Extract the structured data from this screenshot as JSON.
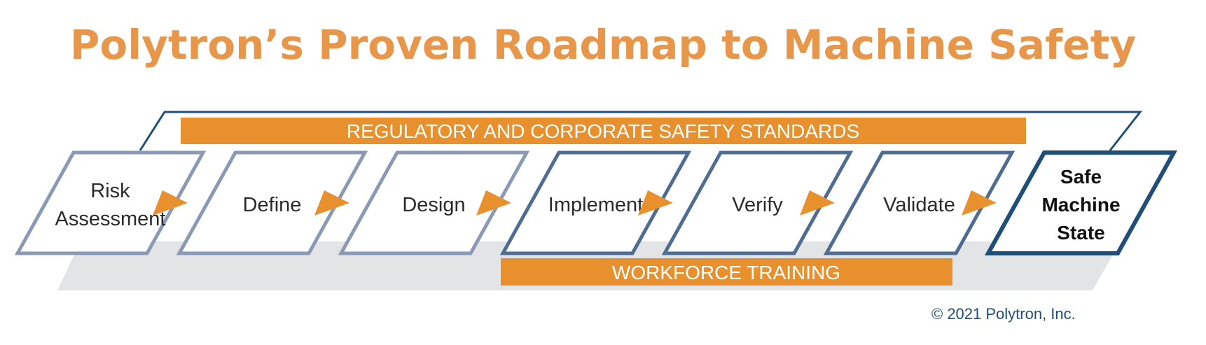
{
  "title": "Polytron’s Proven Roadmap to Machine Safety",
  "top_band": "REGULATORY AND CORPORATE SAFETY STANDARDS",
  "bottom_band": "WORKFORCE TRAINING",
  "steps": [
    {
      "lines": [
        "Risk",
        "Assessment"
      ]
    },
    {
      "lines": [
        "Define"
      ]
    },
    {
      "lines": [
        "Design"
      ]
    },
    {
      "lines": [
        "Implement"
      ]
    },
    {
      "lines": [
        "Verify"
      ]
    },
    {
      "lines": [
        "Validate"
      ]
    },
    {
      "lines": [
        "Safe",
        "Machine",
        "State"
      ]
    }
  ],
  "copyright": "© 2021 Polytron, Inc.",
  "colors": {
    "accent_orange": "#E8902E",
    "title_orange": "#E8964A",
    "frame_blue": "#1f4e79",
    "box_border_light": "#8a9ab5",
    "box_border_dark": "#1f4e79",
    "shadow_gray": "#e3e4e6"
  }
}
